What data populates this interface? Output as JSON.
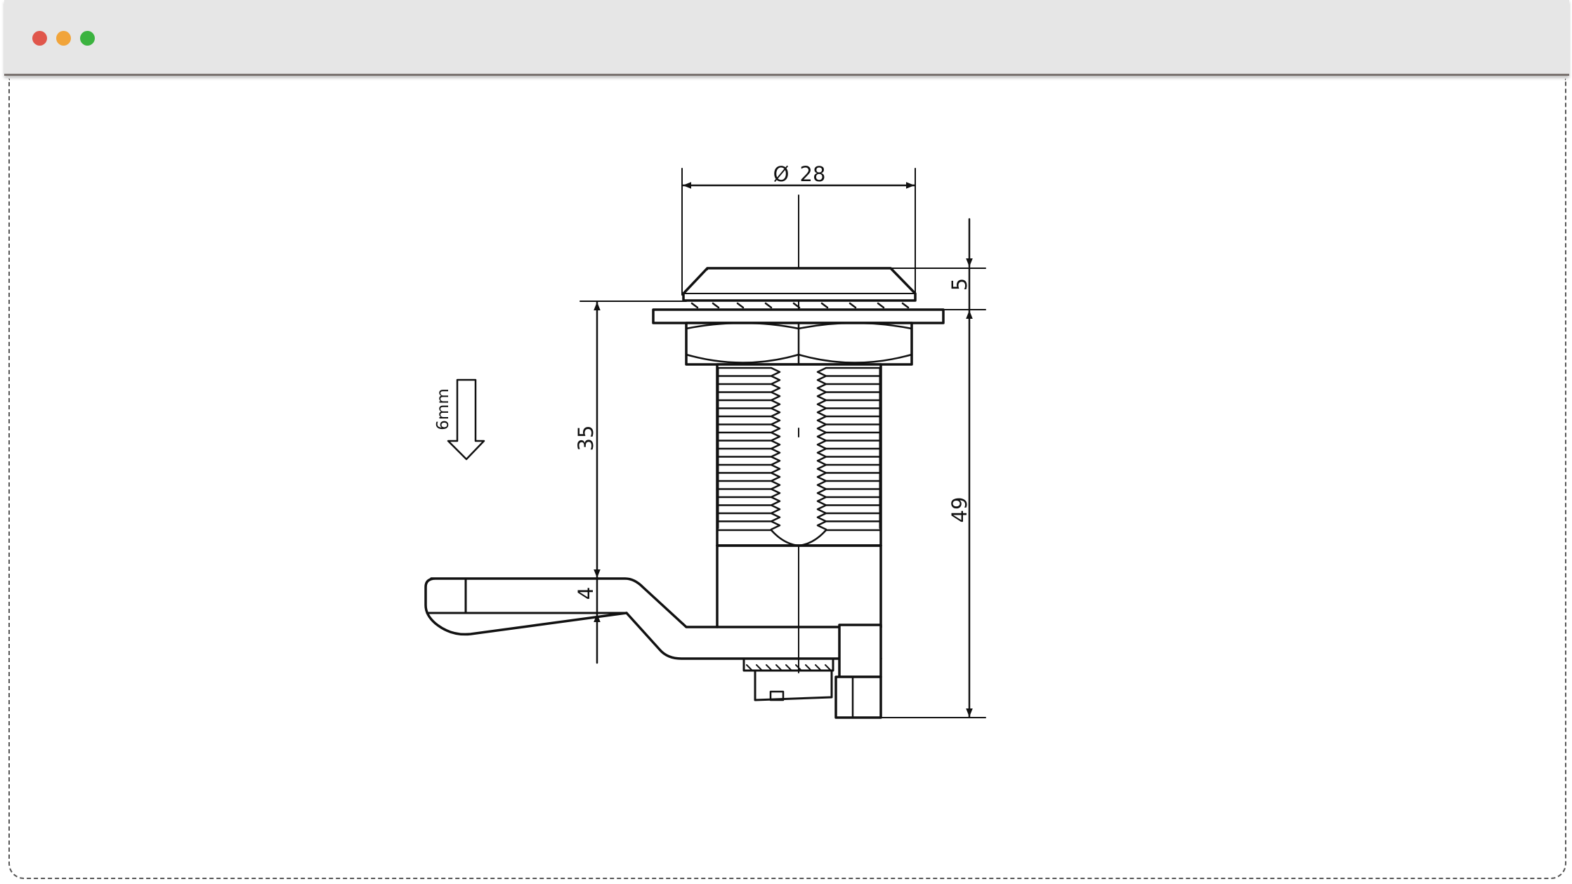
{
  "window": {
    "controls": [
      {
        "name": "close",
        "color": "#e0564b"
      },
      {
        "name": "minimize",
        "color": "#f1a43a"
      },
      {
        "name": "zoom",
        "color": "#3bb33f"
      }
    ]
  },
  "drawing": {
    "dimensions": {
      "diameter_symbol": "Ø",
      "diameter_value": "28",
      "flange_height": "5",
      "grip_length": "35",
      "total_length": "49",
      "cam_thickness": "4"
    },
    "panel_note": "6mm"
  },
  "colors": {
    "line": "#111111",
    "titlebar": "#e6e6e6"
  }
}
